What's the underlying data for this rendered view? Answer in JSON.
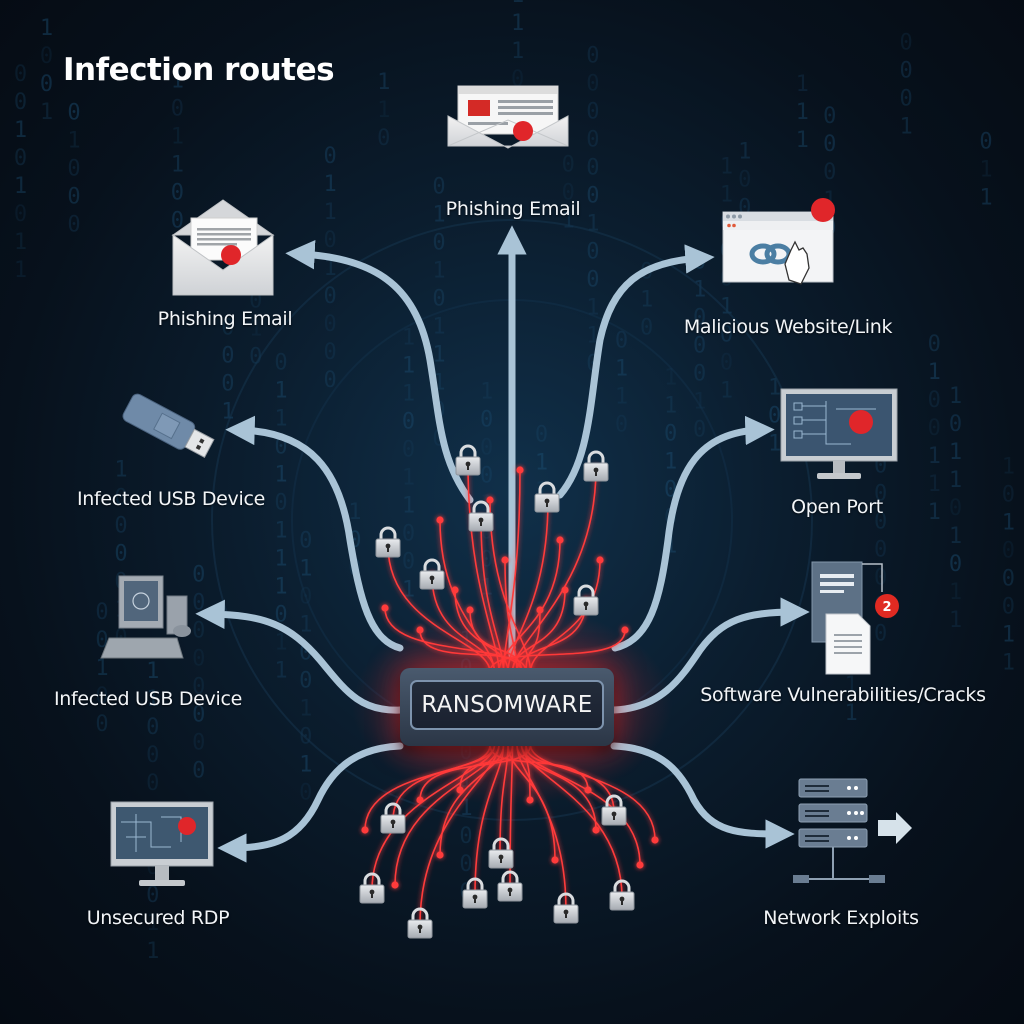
{
  "title": "Infection routes",
  "center": {
    "label": "RANSOMWARE"
  },
  "routes": [
    {
      "id": "phishing-email-top",
      "label": "Phishing Email",
      "icon": "envelope-virus-icon"
    },
    {
      "id": "phishing-email-left",
      "label": "Phishing Email",
      "icon": "envelope-virus-icon"
    },
    {
      "id": "malicious-website",
      "label": "Malicious Website/Link",
      "icon": "browser-link-click-icon"
    },
    {
      "id": "usb-device",
      "label": "Infected USB Device",
      "icon": "usb-drive-icon"
    },
    {
      "id": "open-port",
      "label": "Open Port",
      "icon": "monitor-virus-icon"
    },
    {
      "id": "desktop-usb",
      "label": "Infected USB Device",
      "icon": "desktop-computer-icon"
    },
    {
      "id": "software-vuln",
      "label": "Software Vulnerabilities/Cracks",
      "icon": "document-crack-icon"
    },
    {
      "id": "unsecured-rdp",
      "label": "Unsecured RDP",
      "icon": "monitor-virus-icon"
    },
    {
      "id": "network-exploits",
      "label": "Network Exploits",
      "icon": "server-rack-icon"
    }
  ],
  "badge": {
    "value": "2"
  },
  "colors": {
    "arrow": "#a9c3d6",
    "wire": "#ff3b3b",
    "virus": "#e0262a",
    "background": "#07111c"
  }
}
